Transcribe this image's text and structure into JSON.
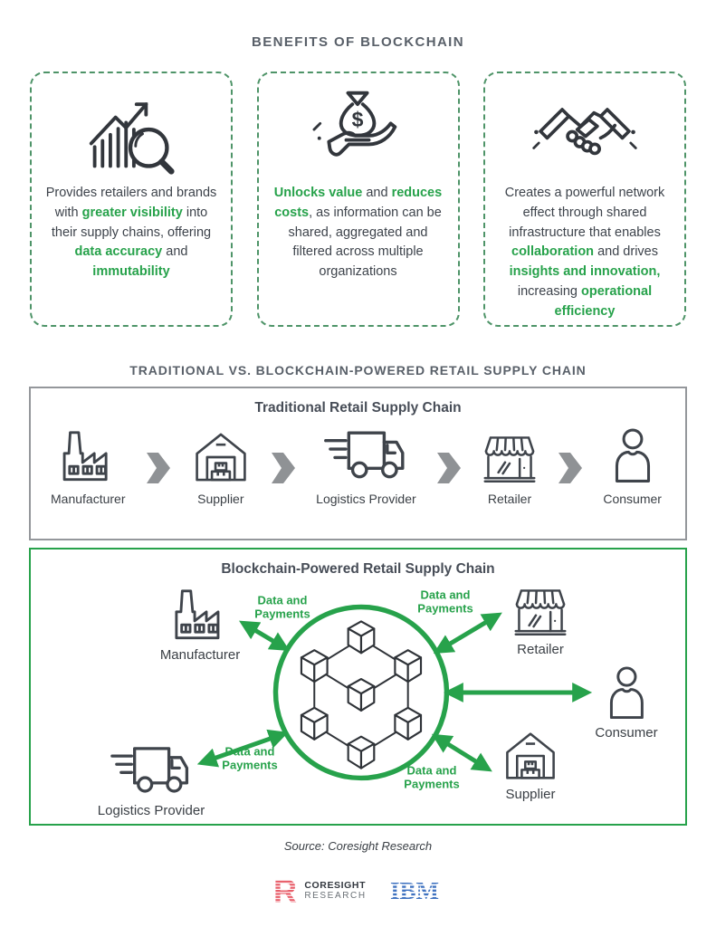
{
  "page": {
    "title": "BENEFITS OF BLOCKCHAIN",
    "section_title": "TRADITIONAL VS. BLOCKCHAIN-POWERED RETAIL SUPPLY CHAIN",
    "source": "Source: Coresight Research"
  },
  "colors": {
    "green": "#27a24b",
    "card_border_green": "#4e9468",
    "heading_gray": "#596069",
    "dark_text": "#3d434b",
    "arrow_gray": "#8f9295",
    "ibm_blue": "#3f72c0",
    "coresight_red": "#e85c68"
  },
  "benefits": {
    "cards": [
      {
        "icon": "chart-magnifier-icon",
        "segments": [
          {
            "text": "Provides retailers and brands with ",
            "highlight": false
          },
          {
            "text": "greater visibility",
            "highlight": true
          },
          {
            "text": " into their supply chains, offering ",
            "highlight": false
          },
          {
            "text": "data accuracy",
            "highlight": true
          },
          {
            "text": " and ",
            "highlight": false
          },
          {
            "text": "immutability",
            "highlight": true
          }
        ]
      },
      {
        "icon": "money-bag-hand-icon",
        "segments": [
          {
            "text": "Unlocks value",
            "highlight": true
          },
          {
            "text": " and ",
            "highlight": false
          },
          {
            "text": "reduces costs",
            "highlight": true
          },
          {
            "text": ", as information can be shared, aggregated and filtered across multiple organizations",
            "highlight": false
          }
        ]
      },
      {
        "icon": "handshake-icon",
        "segments": [
          {
            "text": "Creates a powerful network effect through shared infrastructure that enables ",
            "highlight": false
          },
          {
            "text": "collaboration",
            "highlight": true
          },
          {
            "text": " and drives ",
            "highlight": false
          },
          {
            "text": "insights and innovation,",
            "highlight": true
          },
          {
            "text": " increasing ",
            "highlight": false
          },
          {
            "text": "operational efficiency",
            "highlight": true
          }
        ]
      }
    ]
  },
  "traditional": {
    "title": "Traditional Retail Supply Chain",
    "entities": [
      {
        "label": "Manufacturer",
        "icon": "factory-icon"
      },
      {
        "label": "Supplier",
        "icon": "warehouse-icon"
      },
      {
        "label": "Logistics Provider",
        "icon": "truck-icon"
      },
      {
        "label": "Retailer",
        "icon": "storefront-icon"
      },
      {
        "label": "Consumer",
        "icon": "person-icon"
      }
    ]
  },
  "blockchain": {
    "title": "Blockchain-Powered Retail Supply Chain",
    "arrow_label": {
      "line1": "Data and",
      "line2": "Payments"
    },
    "entities": [
      {
        "label": "Manufacturer",
        "icon": "factory-icon"
      },
      {
        "label": "Retailer",
        "icon": "storefront-icon"
      },
      {
        "label": "Consumer",
        "icon": "person-icon"
      },
      {
        "label": "Supplier",
        "icon": "warehouse-icon"
      },
      {
        "label": "Logistics Provider",
        "icon": "truck-icon"
      }
    ]
  },
  "footer": {
    "coresight_logo": {
      "monogram": "R",
      "line1": "CORESIGHT",
      "line2": "RESEARCH"
    },
    "ibm_logo": "IBM"
  }
}
